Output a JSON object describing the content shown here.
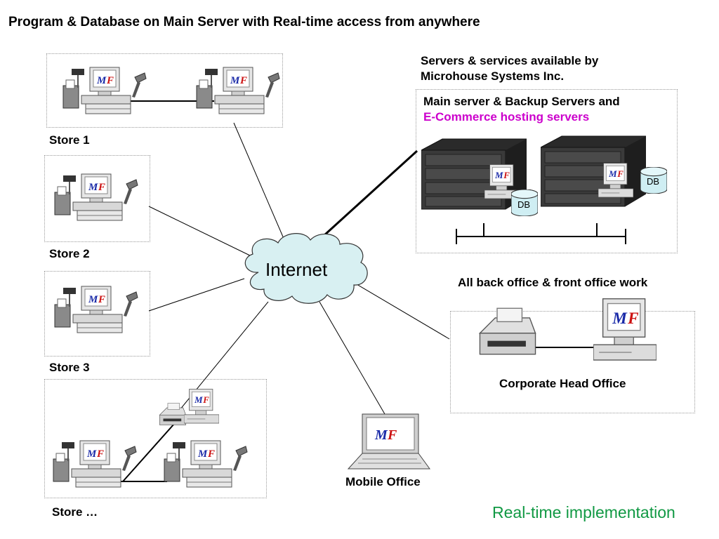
{
  "title": "Program & Database on Main Server with Real-time access from anywhere",
  "stores": [
    {
      "label": "Store  1"
    },
    {
      "label": "Store 2"
    },
    {
      "label": "Store 3"
    },
    {
      "label": "Store  …"
    }
  ],
  "cloud": {
    "label": "Internet"
  },
  "servers_heading": {
    "line1": "Servers & services available by",
    "line2": "Microhouse Systems Inc."
  },
  "servers_box": {
    "line1": "Main server & Backup Servers and",
    "line2": "E-Commerce hosting servers",
    "db_label_1": "DB",
    "db_label_2": "DB"
  },
  "back_office": {
    "label": "All back office & front office work"
  },
  "head_office": {
    "label": "Corporate Head Office"
  },
  "mobile": {
    "label": "Mobile Office"
  },
  "logo_text": "MF",
  "footer": {
    "label": "Real-time  implementation"
  },
  "colors": {
    "accent_magenta": "#cc00cc",
    "accent_green": "#119944",
    "cloud_fill": "#d8f0f2",
    "logo_blue": "#1a2aa8",
    "logo_red": "#cc1111"
  }
}
